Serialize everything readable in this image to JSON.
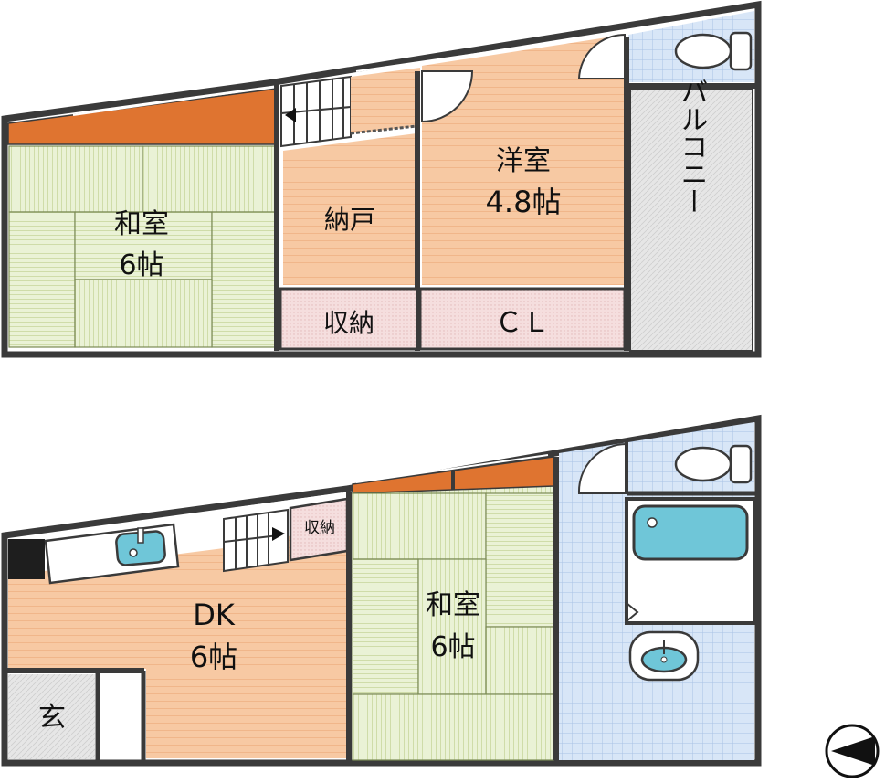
{
  "upper_floor": {
    "washitsu": {
      "name": "和室",
      "size": "6帖"
    },
    "storage_room": {
      "name": "納戸"
    },
    "youshitsu": {
      "name": "洋室",
      "size": "4.8帖"
    },
    "shuno": {
      "name": "収納"
    },
    "closet": {
      "name": "ＣＬ"
    },
    "balcony": {
      "name": "バルコニー"
    },
    "toilet": {
      "icon": "toilet-icon"
    },
    "stairs": {
      "icon": "stairs-arrow-icon"
    }
  },
  "lower_floor": {
    "dk": {
      "name": "DK",
      "size": "6帖"
    },
    "washitsu": {
      "name": "和室",
      "size": "6帖"
    },
    "shuno": {
      "name": "収納"
    },
    "entrance": {
      "name": "玄"
    },
    "toilet": {
      "icon": "toilet-icon"
    },
    "bath": {
      "icon": "bathtub-icon"
    },
    "washbasin": {
      "icon": "washbasin-icon"
    },
    "kitchen_sink": {
      "icon": "sink-icon"
    },
    "stairs": {
      "icon": "stairs-arrow-icon"
    }
  },
  "compass": {
    "icon": "north-compass-icon"
  },
  "colors": {
    "wall": "#3a3a3a",
    "tatami": "#e6efcf",
    "wood": "#f6c8a2",
    "wood_dark": "#de7330",
    "storage": "#f3dada",
    "tile": "#d6e4f6",
    "balcony": "#e3e3e3",
    "fixture": "#6fc6d8"
  }
}
